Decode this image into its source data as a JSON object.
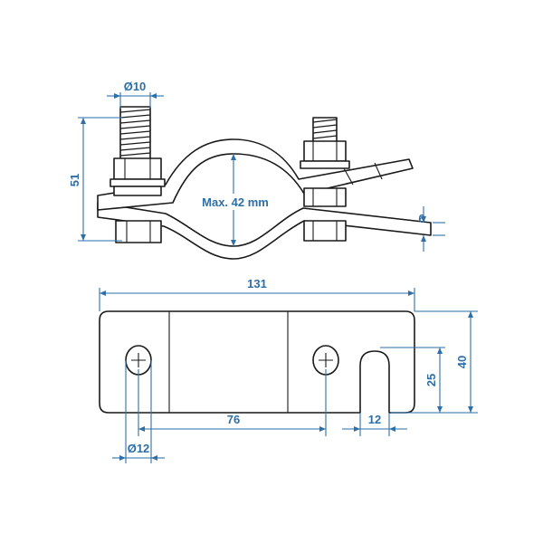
{
  "colors": {
    "dimension": "#2e6fa7",
    "outline": "#1a1a1a",
    "background": "#ffffff"
  },
  "labels": {
    "thread_diameter": "Ø10",
    "height": "51",
    "max_pipe": "Max. 42 mm",
    "plate_thickness": "6",
    "length": "131",
    "width": "40",
    "slot_depth": "25",
    "hole_spacing": "76",
    "slot_width": "12",
    "hole_diameter": "Ø12"
  }
}
